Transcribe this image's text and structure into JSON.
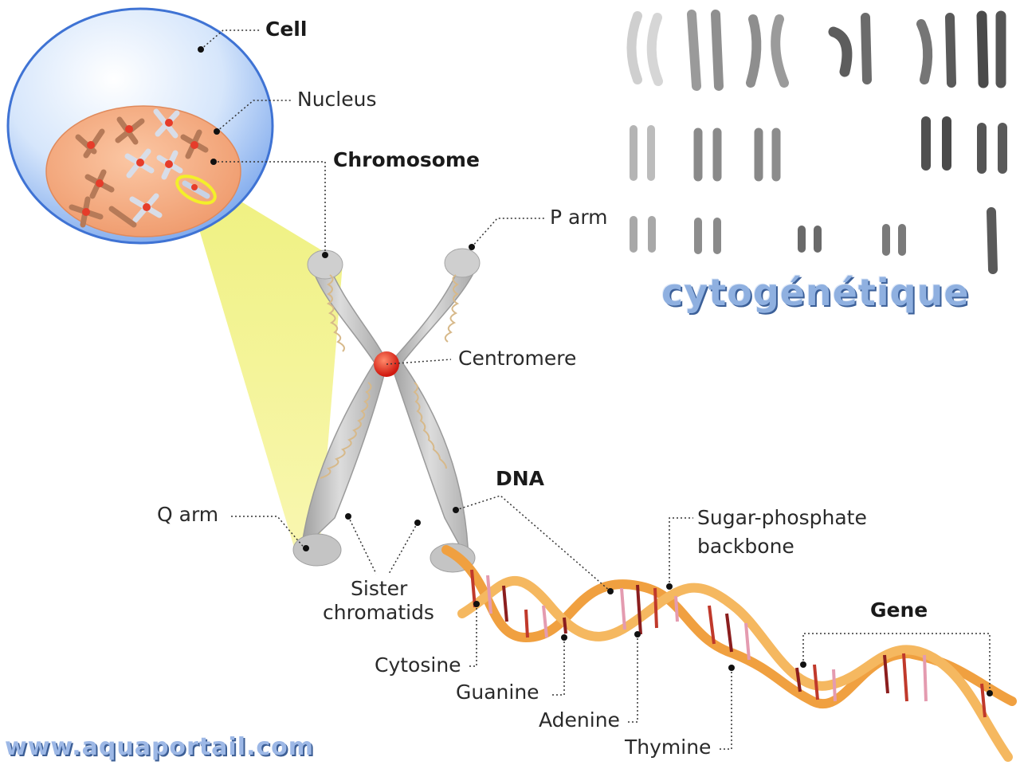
{
  "labels": {
    "cell": "Cell",
    "nucleus": "Nucleus",
    "chromosome": "Chromosome",
    "p_arm": "P arm",
    "centromere": "Centromere",
    "q_arm": "Q arm",
    "sister_chromatids_1": "Sister",
    "sister_chromatids_2": "chromatids",
    "dna": "DNA",
    "backbone_1": "Sugar-phosphate",
    "backbone_2": "backbone",
    "gene": "Gene",
    "cytosine": "Cytosine",
    "guanine": "Guanine",
    "adenine": "Adenine",
    "thymine": "Thymine"
  },
  "brand_title": "cytogénétique",
  "watermark": "www.aquaportail.com",
  "colors": {
    "cell_membrane": "#5b8de0",
    "nucleus": "#f0a27a",
    "chromosome": "#b7b7b7",
    "centromere": "#e0241a",
    "highlight_beam": "#f4f28a",
    "dna_backbone": "#f2a23a",
    "brand_text": "#8fb0e0"
  }
}
